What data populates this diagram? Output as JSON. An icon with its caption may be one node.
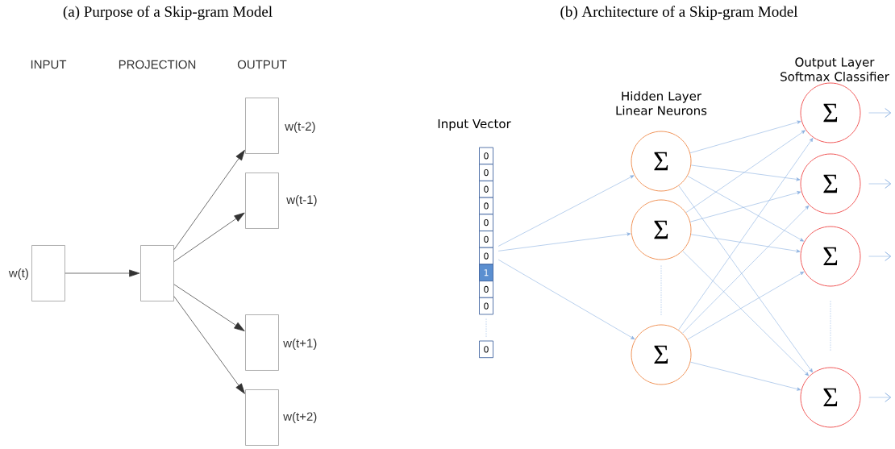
{
  "diagram": {
    "nodes": [
      {
        "text": [],
        "shape": "box",
        "beside": [
          "w(t)"
        ]
      },
      {
        "text": [],
        "shape": "box"
      },
      {
        "text": [],
        "shape": "box",
        "beside": [
          "w(t-2)"
        ]
      },
      {
        "text": [],
        "shape": "box",
        "beside": [
          "w(t-1)"
        ]
      },
      {
        "text": [],
        "shape": "box",
        "beside": [
          "w(t+1)"
        ]
      },
      {
        "text": [],
        "shape": "box",
        "beside": [
          "w(t+2)"
        ]
      },
      {
        "text": [
          "0",
          "0",
          "0",
          "0",
          "0",
          "0",
          "0",
          "1",
          "0",
          "0",
          "0"
        ],
        "beside": [
          "Input Vector"
        ]
      },
      {
        "text": [
          "Σ"
        ]
      },
      {
        "text": [
          "Σ"
        ]
      },
      {
        "text": [
          "Σ"
        ]
      },
      {
        "text": [
          "Σ"
        ]
      },
      {
        "text": [
          "Σ"
        ]
      },
      {
        "text": [
          "Σ"
        ]
      },
      {
        "text": [
          "Σ"
        ]
      }
    ],
    "edges": [
      {
        "from": 0,
        "to": 1,
        "arrow": "to",
        "color": "#333333"
      },
      {
        "from": 1,
        "to": 2,
        "arrow": "to",
        "color": "#333333"
      },
      {
        "from": 1,
        "to": 3,
        "arrow": "to",
        "color": "#333333"
      },
      {
        "from": 1,
        "to": 4,
        "arrow": "to",
        "color": "#333333"
      },
      {
        "from": 1,
        "to": 5,
        "arrow": "to",
        "color": "#333333"
      },
      {
        "from": 6,
        "to": 7,
        "arrow": "to"
      },
      {
        "from": 6,
        "to": 8,
        "arrow": "to"
      },
      {
        "from": 6,
        "to": 9,
        "arrow": "to"
      },
      {
        "from": 7,
        "to": 10,
        "arrow": "to"
      },
      {
        "from": 7,
        "to": 11,
        "arrow": "to"
      },
      {
        "from": 7,
        "to": 12,
        "arrow": "to"
      },
      {
        "from": 7,
        "to": 13,
        "arrow": "to"
      },
      {
        "from": 8,
        "to": 10,
        "arrow": "to"
      },
      {
        "from": 8,
        "to": 11,
        "arrow": "to"
      },
      {
        "from": 8,
        "to": 12,
        "arrow": "to"
      },
      {
        "from": 8,
        "to": 13,
        "arrow": "to"
      },
      {
        "from": 9,
        "to": 10,
        "arrow": "to"
      },
      {
        "from": 9,
        "to": 11,
        "arrow": "to"
      },
      {
        "from": 9,
        "to": 12,
        "arrow": "to"
      },
      {
        "from": 9,
        "to": 13,
        "arrow": "to"
      },
      {
        "from": 10,
        "to": null,
        "arrow": "to"
      },
      {
        "from": 11,
        "to": null,
        "arrow": "to"
      },
      {
        "from": 12,
        "to": null,
        "arrow": "to"
      },
      {
        "from": 13,
        "to": null,
        "arrow": "to"
      }
    ],
    "labels": [
      "(a) Purpose of a Skip-gram Model",
      "(b) Architecture of a Skip-gram Model",
      "INPUT",
      "PROJECTION",
      "OUTPUT",
      "Hidden Layer Linear Neurons",
      "Output Layer Softmax Classifier"
    ]
  }
}
